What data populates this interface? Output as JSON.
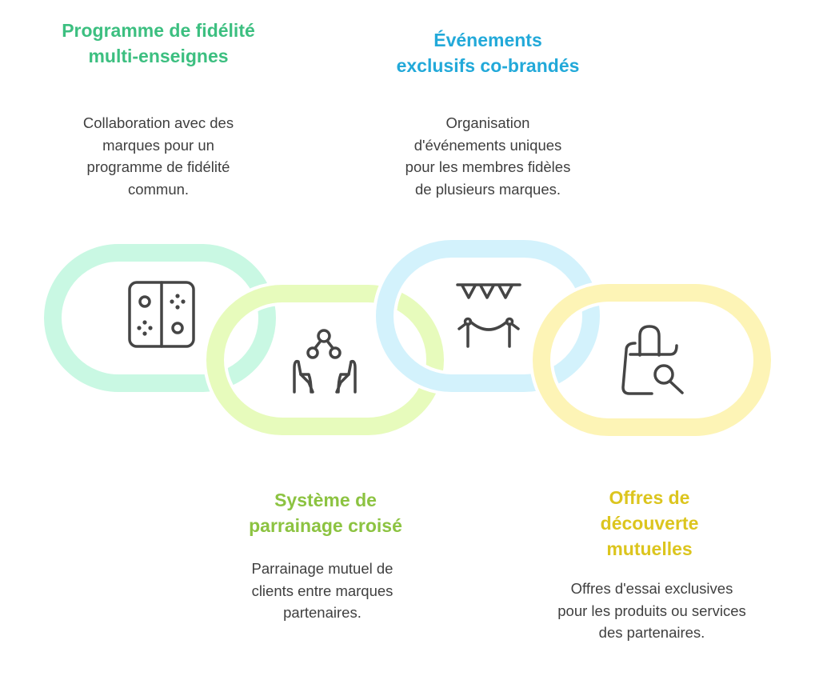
{
  "colors": {
    "mint": "#3cbf80",
    "sky": "#22a9d9",
    "lime": "#8cc341",
    "gold": "#dcc51e",
    "mint_ring": "#c9f8e3",
    "sky_ring": "#d3f2fc",
    "lime_ring": "#e7fbbc",
    "gold_ring": "#fdf4b6",
    "icon": "#454545"
  },
  "items": [
    {
      "title_lines": [
        "Programme de fidélité",
        "multi-enseignes"
      ],
      "desc_lines": [
        "Collaboration avec des",
        "marques pour un",
        "programme de fidélité",
        "commun."
      ],
      "icon": "game-controller-icon"
    },
    {
      "title_lines": [
        "Événements",
        "exclusifs co-brandés"
      ],
      "desc_lines": [
        "Organisation",
        "d'événements uniques",
        "pour les membres fidèles",
        "de plusieurs marques."
      ],
      "icon": "event-bunting-rope-icon"
    },
    {
      "title_lines": [
        "Système de",
        "parrainage croisé"
      ],
      "desc_lines": [
        "Parrainage mutuel de",
        "clients entre marques",
        "partenaires."
      ],
      "icon": "hands-network-icon"
    },
    {
      "title_lines": [
        "Offres de",
        "découverte",
        "mutuelles"
      ],
      "desc_lines": [
        "Offres d'essai exclusives",
        "pour les produits ou services",
        "des partenaires."
      ],
      "icon": "shopping-bag-search-icon"
    }
  ]
}
